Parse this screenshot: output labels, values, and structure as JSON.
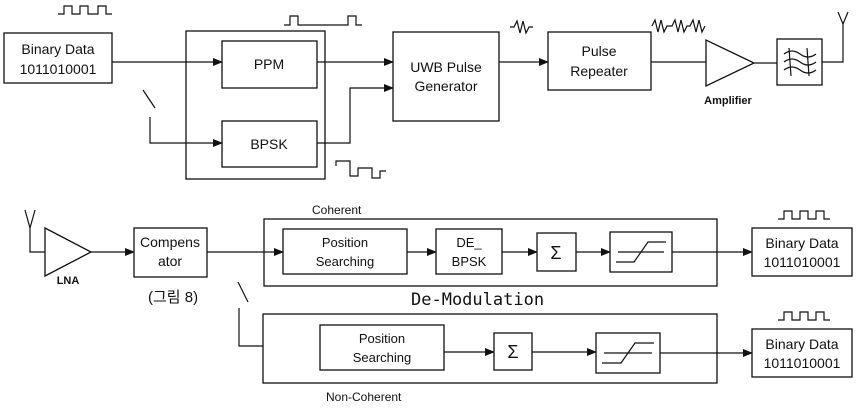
{
  "tx": {
    "binary_data": {
      "line1": "Binary Data",
      "line2": "1011010001"
    },
    "ppm": "PPM",
    "bpsk": "BPSK",
    "uwb": {
      "line1": "UWB Pulse",
      "line2": "Generator"
    },
    "repeater": {
      "line1": "Pulse",
      "line2": "Repeater"
    },
    "amplifier": "Amplifier"
  },
  "rx": {
    "lna": "LNA",
    "compensator": {
      "line1": "Compens",
      "line2": "ator"
    },
    "figure_ref": "(그림 8)",
    "coherent_label": "Coherent",
    "noncoherent_label": "Non-Coherent",
    "demod_label": "De-Modulation",
    "pos_search_1": {
      "line1": "Position",
      "line2": "Searching"
    },
    "de_bpsk": {
      "line1": "DE_",
      "line2": "BPSK"
    },
    "sum_symbol": "Σ",
    "binary_out_1": {
      "line1": "Binary Data",
      "line2": "1011010001"
    },
    "pos_search_2": {
      "line1": "Position",
      "line2": "Searching"
    },
    "binary_out_2": {
      "line1": "Binary Data",
      "line2": "1011010001"
    }
  }
}
